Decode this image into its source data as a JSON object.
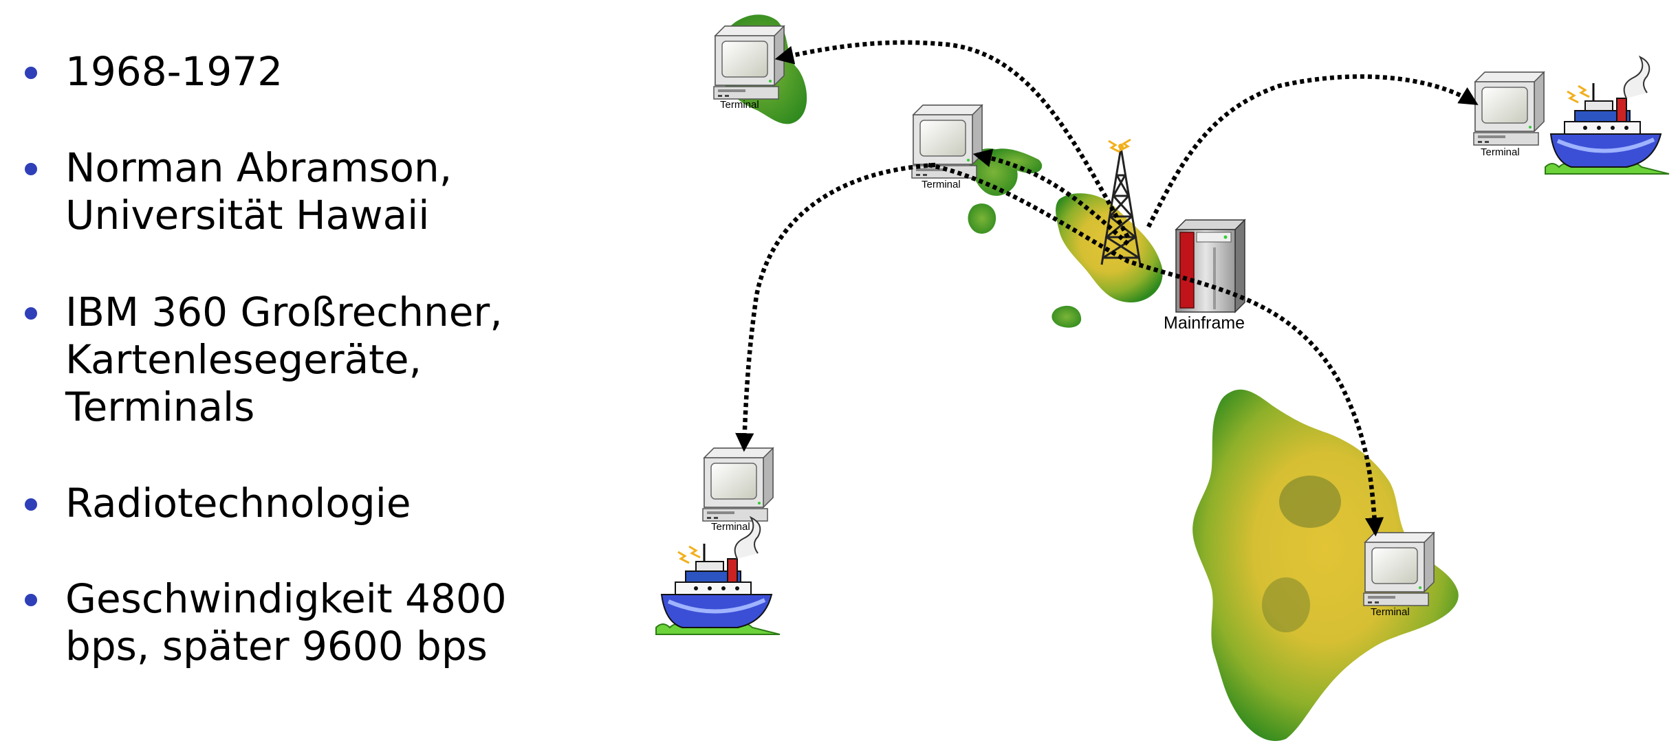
{
  "bullets": [
    {
      "lines": [
        "1968-1972"
      ]
    },
    {
      "lines": [
        "Norman Abramson,",
        "Universität Hawaii"
      ]
    },
    {
      "lines": [
        "IBM 360 Großrechner,",
        "Kartenlesegeräte,",
        "Terminals"
      ]
    },
    {
      "lines": [
        "Radiotechnologie"
      ]
    },
    {
      "lines": [
        "Geschwindigkeit 4800",
        "bps, später 9600 bps"
      ]
    }
  ],
  "diagram": {
    "mainframe_label": "Mainframe",
    "terminals": [
      {
        "label": "Terminal"
      },
      {
        "label": "Terminal"
      },
      {
        "label": "Terminal"
      },
      {
        "label": "Terminal"
      },
      {
        "label": "Terminal"
      }
    ]
  },
  "colors": {
    "bullet": "#2e3fb8",
    "island_green": "#2f8a1e",
    "island_yellow": "#d8c23a",
    "mainframe_red": "#c0141a"
  }
}
